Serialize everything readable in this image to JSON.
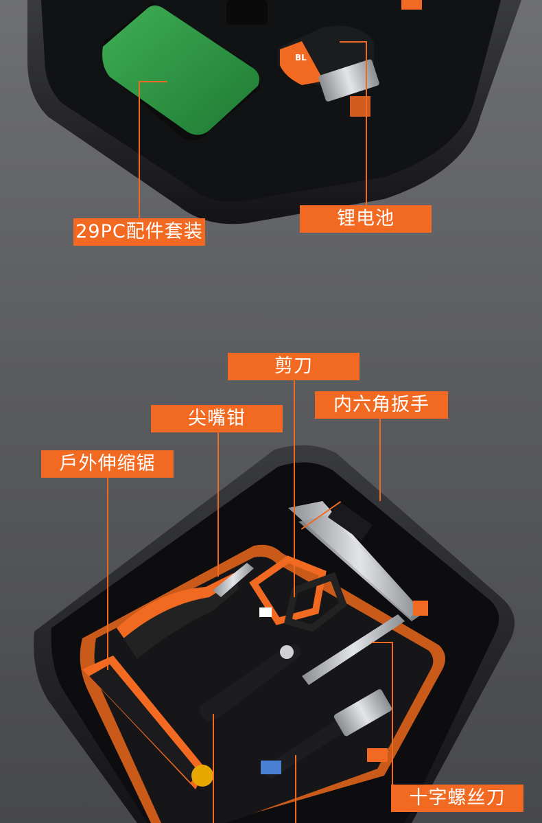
{
  "labels": {
    "accessories": "29PC配件套装",
    "battery": "锂电池",
    "scissors": "剪刀",
    "hex_wrench": "内六角扳手",
    "needle_pliers": "尖嘴钳",
    "saw": "戶外伸缩锯",
    "screwdriver": "十字螺丝刀"
  },
  "colors": {
    "accent": "#f26a21",
    "case": "#1e1f21",
    "green_box": "#2a8f3e"
  }
}
